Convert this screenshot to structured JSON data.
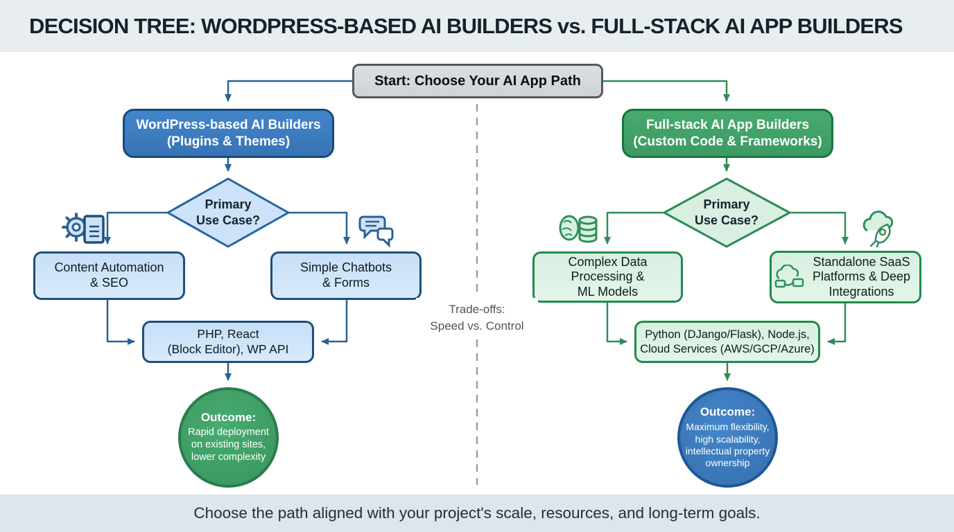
{
  "header": {
    "title": "DECISION TREE: WORDPRESS-BASED AI BUILDERS vs. FULL-STACK AI APP BUILDERS"
  },
  "start": {
    "label": "Start: Choose Your AI App Path"
  },
  "divider": {
    "line1": "Trade-offs:",
    "line2": "Speed vs. Control"
  },
  "left": {
    "main": "WordPress-based AI Builders\n(Plugins & Themes)",
    "decision": "Primary\nUse Case?",
    "option1": "Content Automation\n& SEO",
    "option2": "Simple Chatbots\n& Forms",
    "tech": "PHP, React\n(Block Editor), WP API",
    "outcome_title": "Outcome:",
    "outcome_body": "Rapid deployment\non existing sites,\nlower complexity"
  },
  "right": {
    "main": "Full-stack AI App Builders\n(Custom Code & Frameworks)",
    "decision": "Primary\nUse Case?",
    "option1": "Complex Data\nProcessing &\nML Models",
    "option2": "Standalone SaaS\nPlatforms & Deep\nIntegrations",
    "tech": "Python (DJango/Flask), Node.js,\nCloud Services (AWS/GCP/Azure)",
    "outcome_title": "Outcome:",
    "outcome_body": "Maximum flexibility,\nhigh scalability,\nintellectual property\nownership"
  },
  "footer": {
    "caption": "Choose the path aligned with your project's scale, resources, and long-term goals."
  },
  "icons": {
    "left_option1": "gear-document-icon",
    "left_option2": "chat-bubbles-icon",
    "right_option1": "brain-database-icon",
    "right_option2": "cloud-rocket-icon",
    "right_option2_inner": "cloud-integration-icon"
  },
  "colors": {
    "blue": "#3b7dc1",
    "blue_dark": "#1c5a94",
    "blue_light": "#cde2f8",
    "green": "#42a369",
    "green_dark": "#2e8b57",
    "green_light": "#d9f0e1",
    "header_bg": "#e8edf0",
    "footer_bg": "#dee5eb",
    "start_bg": "#d6dadd",
    "start_border": "#51585f",
    "connector_blue": "#2a6196",
    "connector_green": "#2e8b57"
  }
}
